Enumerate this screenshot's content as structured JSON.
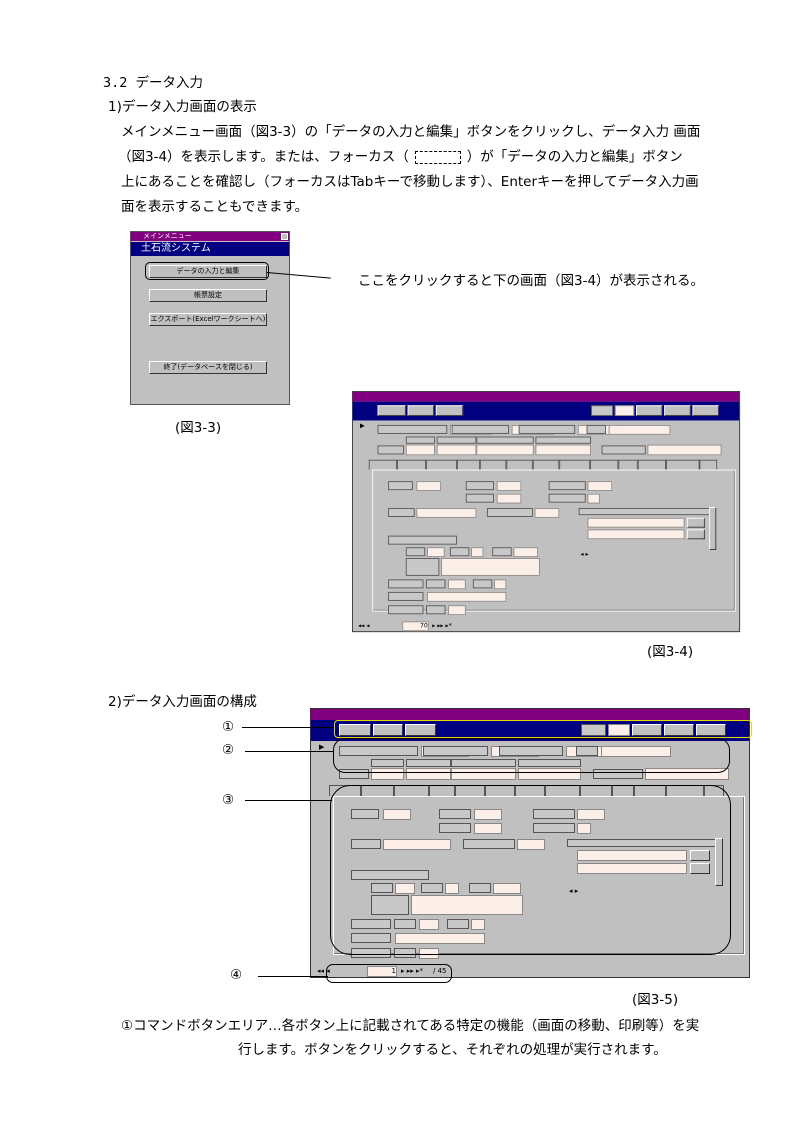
{
  "section_title": "3.2 データ入力",
  "sub1": {
    "title": "1)データ入力画面の表示",
    "lines": [
      "メインメニュー画面（図3-3）の「データの入力と編集」ボタンをクリックし、データ入力 画面",
      "（図3-4）を表示します。または、フォーカス（",
      "）が「データの入力と編集」ボタン",
      "上にあることを確認し（フォーカスはTabキーで移動します）、Enterキーを押してデータ入力画",
      "面を表示することもできます。"
    ]
  },
  "menu_window": {
    "title": "メインメニュー",
    "header": "土石流システム",
    "buttons": [
      "データの入力と編集",
      "帳票設定",
      "エクスポート(Excelワークシートへ)",
      "終了(データベースを閉じる)"
    ]
  },
  "callout_text": "ここをクリックすると下の画面（図3-4）が表示される。",
  "captions": {
    "fig33": "(図3-3)",
    "fig34": "(図3-4)",
    "fig35": "(図3-5)"
  },
  "fig34_form": {
    "record": "70"
  },
  "fig35_form": {
    "record": "1",
    "total": "/ 45"
  },
  "sub2": {
    "title": "2)データ入力画面の構成"
  },
  "markers": [
    "①",
    "②",
    "③",
    "④"
  ],
  "desc1": {
    "line1": "①コマンドボタンエリア…各ボタン上に記載されてある特定の機能（画面の移動、印刷等）を実",
    "line2": "行します。ボタンをクリックすると、それぞれの処理が実行されます。"
  }
}
